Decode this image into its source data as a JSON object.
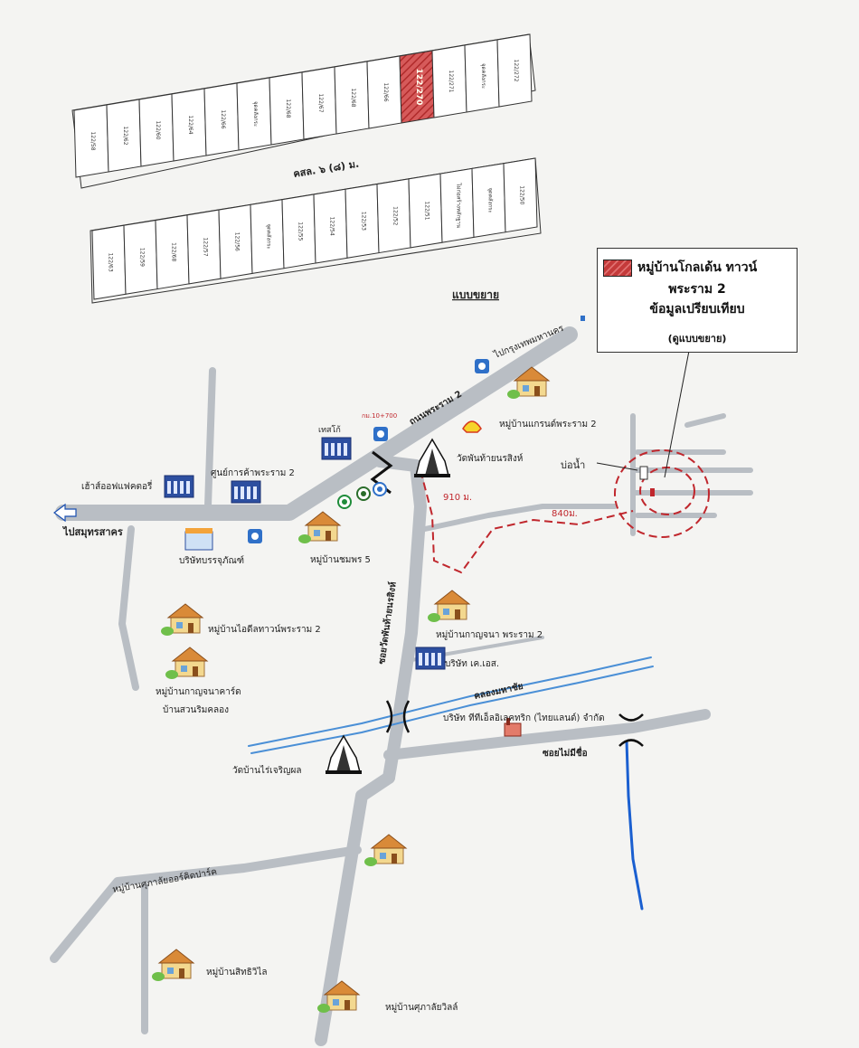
{
  "plot_plan": {
    "highlighted_plot": "122/270",
    "soi_label": "คสล. ๖ (๘) ม.",
    "top_row": [
      "122/58",
      "122/62",
      "122/60",
      "122/64",
      "122/66",
      "จุดคลังกระ",
      "122/68",
      "122/67",
      "122/68",
      "122/66",
      "122/270",
      "122/271",
      "จุดคลังกระ",
      "122/272"
    ],
    "bottom_row": [
      "122/63",
      "122/59",
      "122/68",
      "122/57",
      "122/56",
      "จุดคลังกระ",
      "122/55",
      "122/54",
      "122/53",
      "122/52",
      "122/51",
      "ไม่ก่อสร้างหลักฐาน",
      "จุดคลังกระ",
      "122/50"
    ],
    "expand_label": "แบบขยาย"
  },
  "legend": {
    "line1": "หมู่บ้านโกลเด้น ทาวน์",
    "line2": "พระราม 2",
    "line3": "ข้อมูลเปรียบเทียบ",
    "line4": "(ดูแบบขยาย)",
    "swatch_color": "#c43a3a"
  },
  "map_labels": {
    "to_bangkok": "ไปกรุงเทพมหานคร",
    "rama2_road": "ถนนพระราม 2",
    "km_marker": "กม.10+700",
    "tesco": "เทสโก้",
    "grand_village": "หมู่บ้านแกรนด์พระราม 2",
    "wat": "วัดพันท้ายนรสิงห์",
    "pond": "บ่อน้ำ",
    "dist1": "910 ม.",
    "dist2": "840ม.",
    "factory_outlet": "เฮ้าส์ออฟแฟคตอรี่",
    "central_rama2": "ศูนย์การค้าพระราม 2",
    "to_samut_sakhon": "ไปสมุทรสาคร",
    "company_1": "บริษัทบรรจุภัณฑ์",
    "village_2": "หมู่บ้านชมพร 5",
    "soi": "ซอยวัดพันท้ายนรสิงห์",
    "village_3": "หมู่บ้านไอดีลทาวน์พระราม 2",
    "village_4": "หมู่บ้านกาญจนา พระราม 2",
    "company_2": "บริษัท เค.เอส.",
    "village_5": "หมู่บ้านกาญจนาคาร์ด",
    "village_5b": "บ้านสวนริมคลอง",
    "canal": "คลองมหาชัย",
    "company_3": "บริษัท ทีทีเอ็ลอิเลคทริก (ไทยแลนด์) จำกัด",
    "wat2": "วัดบ้านไร่เจริญผล",
    "soi_noname": "ซอยไม่มีชื่อ",
    "village_6": "หมู่บ้านศุภาลัยออร์คิดปาร์ค",
    "village_7": "หมู่บ้านสิทธิวิไล",
    "village_8": "หมู่บ้านศุภาลัยวิลล์"
  }
}
